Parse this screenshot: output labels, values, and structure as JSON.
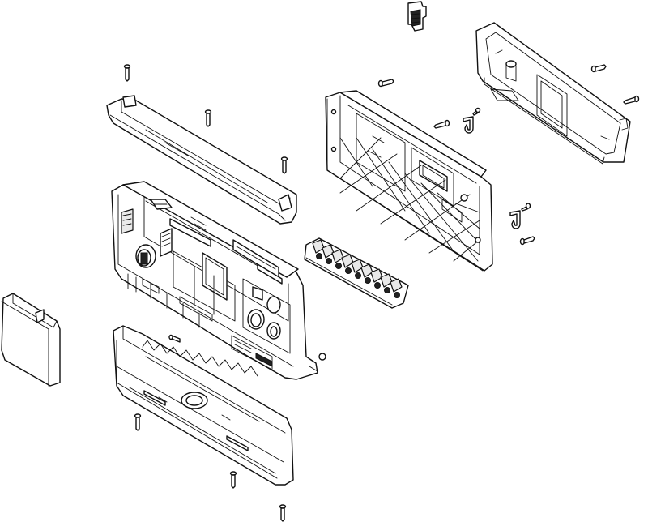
{
  "diagram": {
    "type": "exploded-parts-drawing",
    "style": "black line art on white"
  },
  "colors": {
    "background": "#ffffff",
    "line": "#111111",
    "shade": "#e9e9e9"
  },
  "parts": [
    {
      "id": "cover-flap",
      "icon": "panel-flap-icon"
    },
    {
      "id": "top-trim-bar",
      "icon": "trim-bar-icon"
    },
    {
      "id": "control-chassis",
      "icon": "control-chassis-icon"
    },
    {
      "id": "front-fascia",
      "icon": "fascia-icon"
    },
    {
      "id": "back-frame",
      "icon": "lattice-frame-icon"
    },
    {
      "id": "rear-tray",
      "icon": "tray-icon"
    },
    {
      "id": "connector-strip",
      "icon": "terminal-strip-icon"
    },
    {
      "id": "top-connector",
      "icon": "plug-connector-icon"
    },
    {
      "id": "screws",
      "icon": "screw-icon",
      "count": 12
    },
    {
      "id": "cable-clips",
      "icon": "clip-icon",
      "count": 2
    }
  ]
}
